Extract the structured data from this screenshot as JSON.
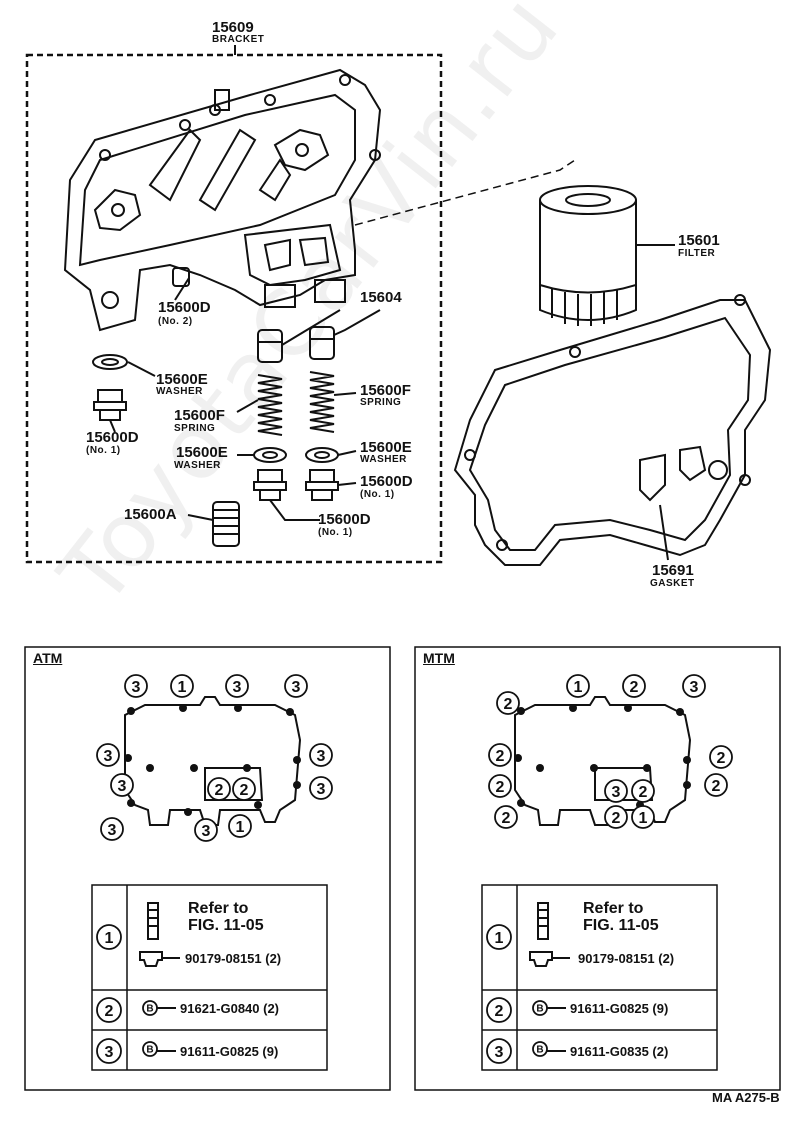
{
  "watermark": "ToyotaCarVin.ru",
  "parts": {
    "bracket": {
      "num": "15609",
      "name": "BRACKET"
    },
    "filter": {
      "num": "15601",
      "name": "FILTER"
    },
    "gasket": {
      "num": "15691",
      "name": "GASKET"
    },
    "plug_no2": {
      "num": "15600D",
      "note": "(No. 2)"
    },
    "valve": {
      "num": "15604"
    },
    "washer_left": {
      "num": "15600E",
      "name": "WASHER"
    },
    "spring_right": {
      "num": "15600F",
      "name": "SPRING"
    },
    "plug_left_no1": {
      "num": "15600D",
      "note": "(No. 1)"
    },
    "spring_left": {
      "num": "15600F",
      "name": "SPRING"
    },
    "washer_center_l": {
      "num": "15600E",
      "name": "WASHER"
    },
    "washer_center_r": {
      "num": "15600E",
      "name": "WASHER"
    },
    "plug_center_no1": {
      "num": "15600D",
      "note": "(No. 1)"
    },
    "plug_bottom_no1": {
      "num": "15600D",
      "note": "(No. 1)"
    },
    "pipe": {
      "num": "15600A"
    }
  },
  "panels": {
    "atm": {
      "title": "ATM",
      "markers": [
        "3",
        "1",
        "3",
        "3",
        "3",
        "3",
        "3",
        "3",
        "2",
        "2",
        "3",
        "3",
        "1"
      ],
      "refer_text": "Refer to",
      "refer_fig": "FIG. 11-05",
      "rows": [
        {
          "num": "1",
          "part": "90179-08151 (2)"
        },
        {
          "num": "2",
          "part": "91621-G0840 (2)",
          "mark": "B"
        },
        {
          "num": "3",
          "part": "91611-G0825 (9)",
          "mark": "B"
        }
      ]
    },
    "mtm": {
      "title": "MTM",
      "markers": [
        "2",
        "1",
        "2",
        "3",
        "2",
        "2",
        "2",
        "2",
        "2",
        "3",
        "2",
        "2",
        "1"
      ],
      "refer_text": "Refer to",
      "refer_fig": "FIG. 11-05",
      "rows": [
        {
          "num": "1",
          "part": "90179-08151 (2)"
        },
        {
          "num": "2",
          "part": "91611-G0825 (9)",
          "mark": "B"
        },
        {
          "num": "3",
          "part": "91611-G0835 (2)",
          "mark": "B"
        }
      ]
    }
  },
  "figure_code": "MA  A275-B"
}
